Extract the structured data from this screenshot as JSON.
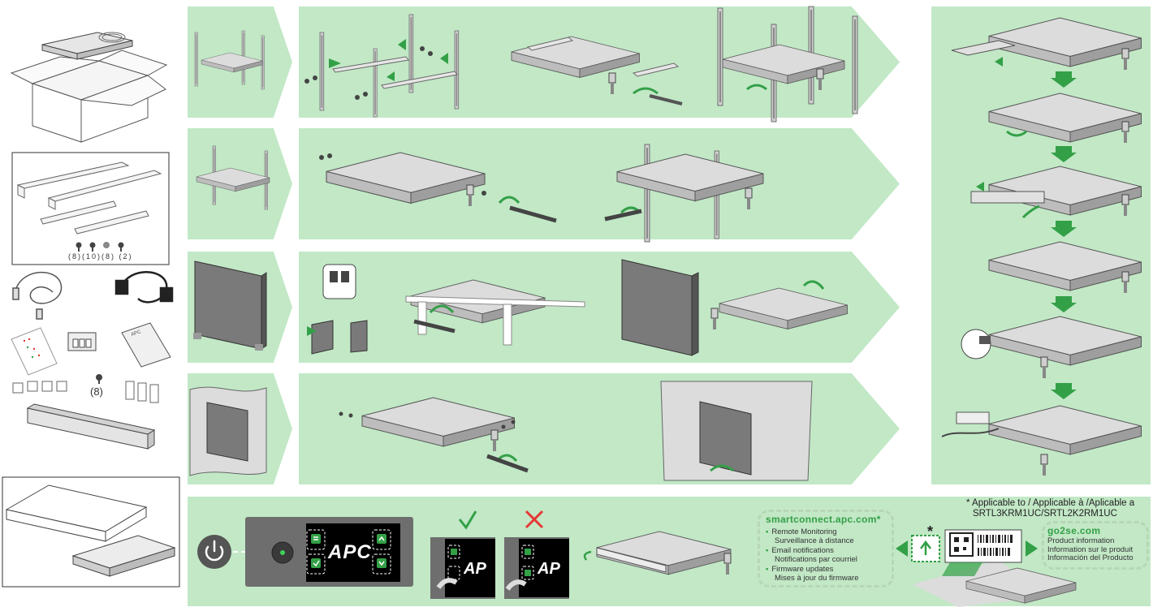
{
  "kit": {
    "screw_counts": [
      "(8)",
      "(10)",
      "(8)",
      "(2)"
    ],
    "screw_count_single": "(8)",
    "box_brand": "APC"
  },
  "display": {
    "logo": "APC",
    "logo_cropped": "AP"
  },
  "smartconnect": {
    "url": "smartconnect.apc.com*",
    "items": [
      {
        "en": "Remote Monitoring",
        "fr": "Surveillance à distance"
      },
      {
        "en": "Email notifications",
        "fr": "Notifications par courriel"
      },
      {
        "en": "Firmware updates",
        "fr": "Mises à jour du firmware"
      }
    ]
  },
  "applicable": {
    "line1": "* Applicable to / Applicable à /Aplicable a",
    "line2": "SRTL3KRM1UC/SRTL2K2RM1UC"
  },
  "go2se": {
    "url": "go2se.com",
    "lines": [
      "Product information",
      "Information sur le produit",
      "Información del Producto"
    ]
  },
  "asterisk": "*",
  "colors": {
    "panel_green": "#c2e8c6",
    "accent_green": "#33a047",
    "error_red": "#e53935",
    "device_gray": "#6e6e6e"
  }
}
